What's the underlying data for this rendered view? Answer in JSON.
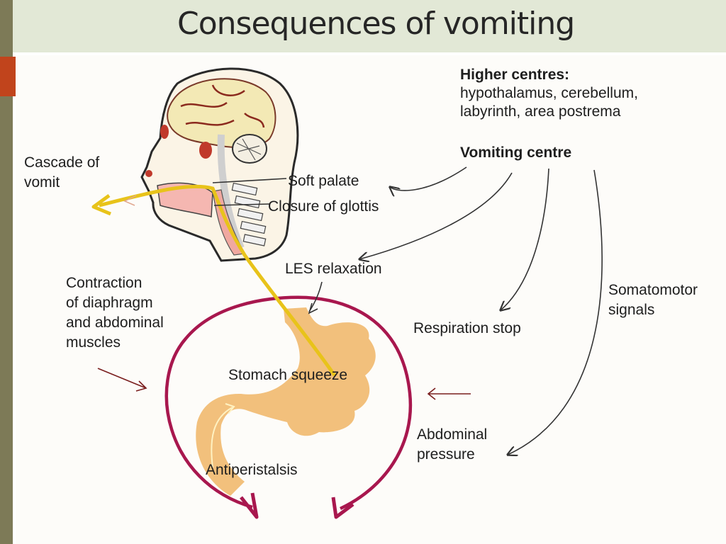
{
  "title": "Consequences of vomiting",
  "colors": {
    "left_bar": "#7d7a57",
    "accent": "#c1441c",
    "title_band": "#e2e8d6",
    "vomit_path": "#e8c31a",
    "stomach": "#f2c07c",
    "pressure_arrow": "#a8174e",
    "pointer_arrow": "#7a1e1e"
  },
  "labels": {
    "higher_centres_heading": "Higher centres:",
    "higher_centres_line1": "hypothalamus, cerebellum,",
    "higher_centres_line2": "labyrinth, area postrema",
    "vomiting_centre": "Vomiting centre",
    "cascade_line1": "Cascade of",
    "cascade_line2": "vomit",
    "soft_palate": "Soft palate",
    "closure_of_glottis": "Closure of glottis",
    "les_relaxation": "LES relaxation",
    "contraction_line1": "Contraction",
    "contraction_line2": "of diaphragm",
    "contraction_line3": "and abdominal",
    "contraction_line4": "muscles",
    "respiration_stop": "Respiration stop",
    "somatomotor_line1": "Somatomotor",
    "somatomotor_line2": "signals",
    "stomach_squeeze": "Stomach squeeze",
    "abdominal_line1": "Abdominal",
    "abdominal_line2": "pressure",
    "antiperistalsis": "Antiperistalsis"
  }
}
